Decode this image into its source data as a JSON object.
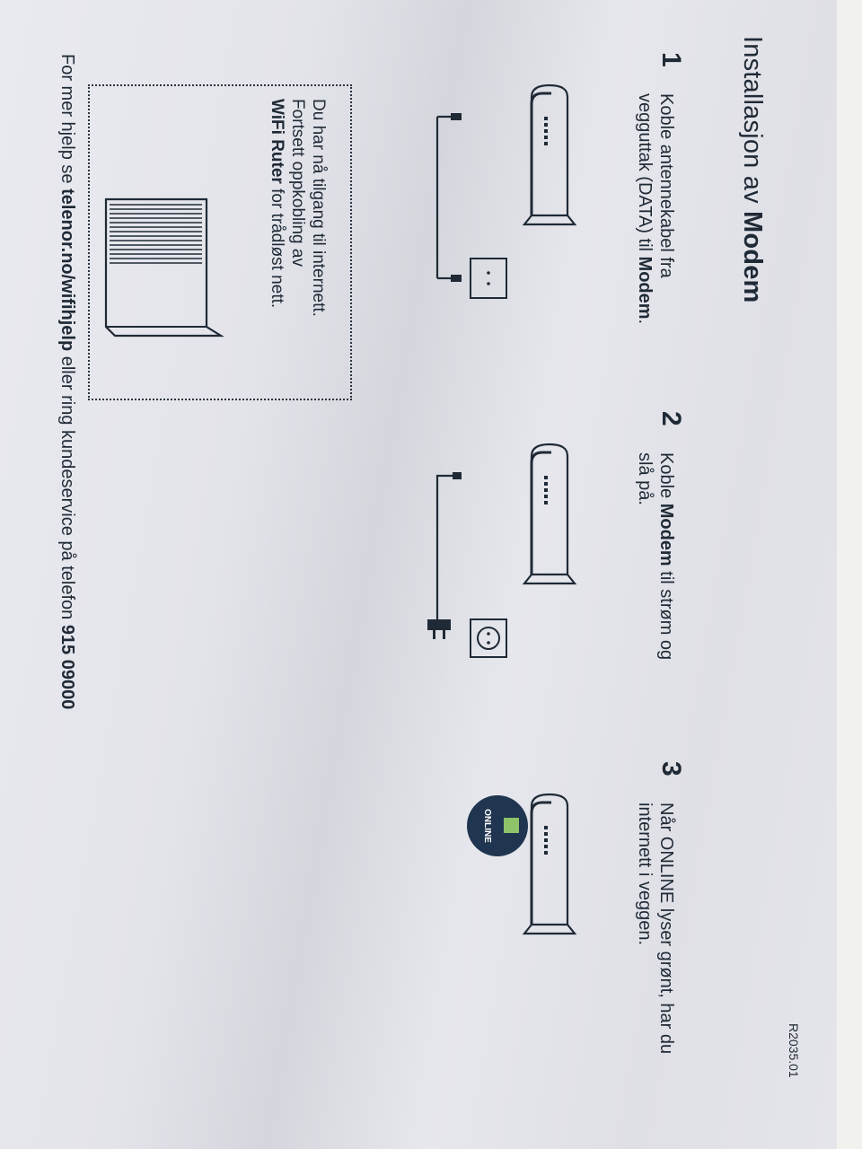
{
  "document": {
    "title_prefix": "Installasjon av ",
    "title_bold": "Modem",
    "code": "R2035.01",
    "steps": [
      {
        "number": "1",
        "line1": "Koble antennekabel fra",
        "line2_prefix": "vegguttak (DATA) til ",
        "line2_bold": "Modem",
        "line2_suffix": "."
      },
      {
        "number": "2",
        "line1_prefix": "Koble ",
        "line1_bold": "Modem",
        "line1_suffix": " til strøm og",
        "line2": "slå på."
      },
      {
        "number": "3",
        "line1": "Når ONLINE lyser grønt, har du",
        "line2": "internett i veggen."
      }
    ],
    "online_label": "ONLINE",
    "box": {
      "line1": "Du har nå tilgang til internett.",
      "line2": "Fortsett oppkobling av",
      "line3_bold": "WiFi Ruter",
      "line3_suffix": " for trådløst nett."
    },
    "footer": {
      "prefix": "For mer hjelp se ",
      "link": "telenor.no/wifihjelp",
      "middle": " eller ring kundeservice på telefon ",
      "phone": "915 09000"
    },
    "colors": {
      "ink": "#1f2a36",
      "online_badge": "#1f3550",
      "online_led": "#8fc36a"
    }
  }
}
